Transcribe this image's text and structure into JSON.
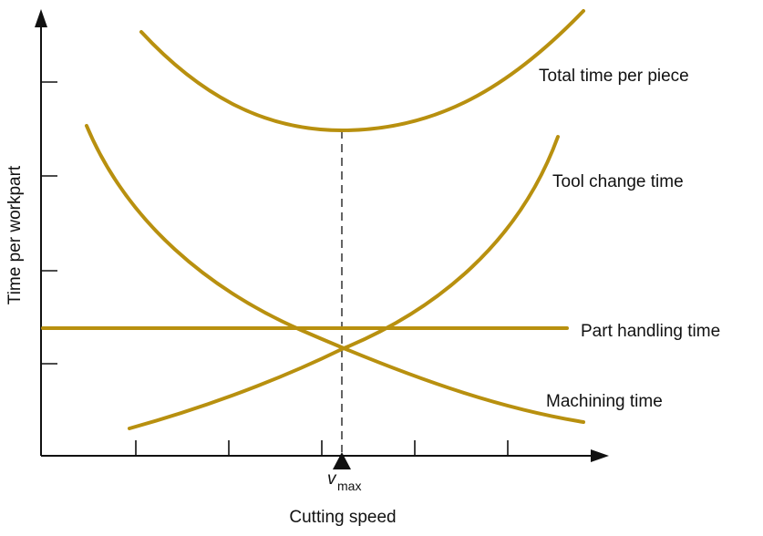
{
  "colors": {
    "curve": "#B8900F",
    "axis": "#111111"
  },
  "axes": {
    "x_label": "Cutting speed",
    "y_label": "Time per workpart",
    "optimum_symbol": "v",
    "optimum_subscript": "max"
  },
  "curves": {
    "total": "Total time per piece",
    "tool_change": "Tool change time",
    "part_handling": "Part handling time",
    "machining": "Machining time"
  }
}
